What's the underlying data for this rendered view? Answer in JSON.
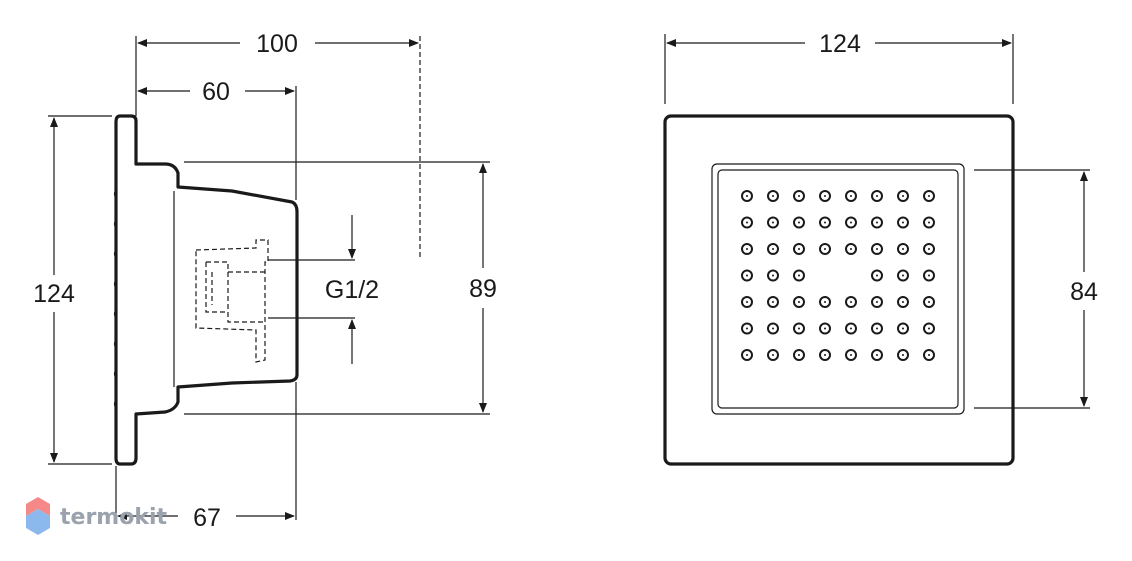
{
  "side_view": {
    "dim_overall_depth": "100",
    "dim_body_depth": "60",
    "dim_height": "124",
    "dim_connection_spacing": "89",
    "dim_bottom_depth": "67",
    "thread_label": "G1/2"
  },
  "front_view": {
    "dim_width": "124",
    "dim_spray_height": "84",
    "nozzle_rows": 7,
    "nozzle_cols": 8
  },
  "watermark": {
    "text": "termokit",
    "colors": [
      "#f26b6b",
      "#6fa8e8",
      "#b7c3d0"
    ]
  }
}
